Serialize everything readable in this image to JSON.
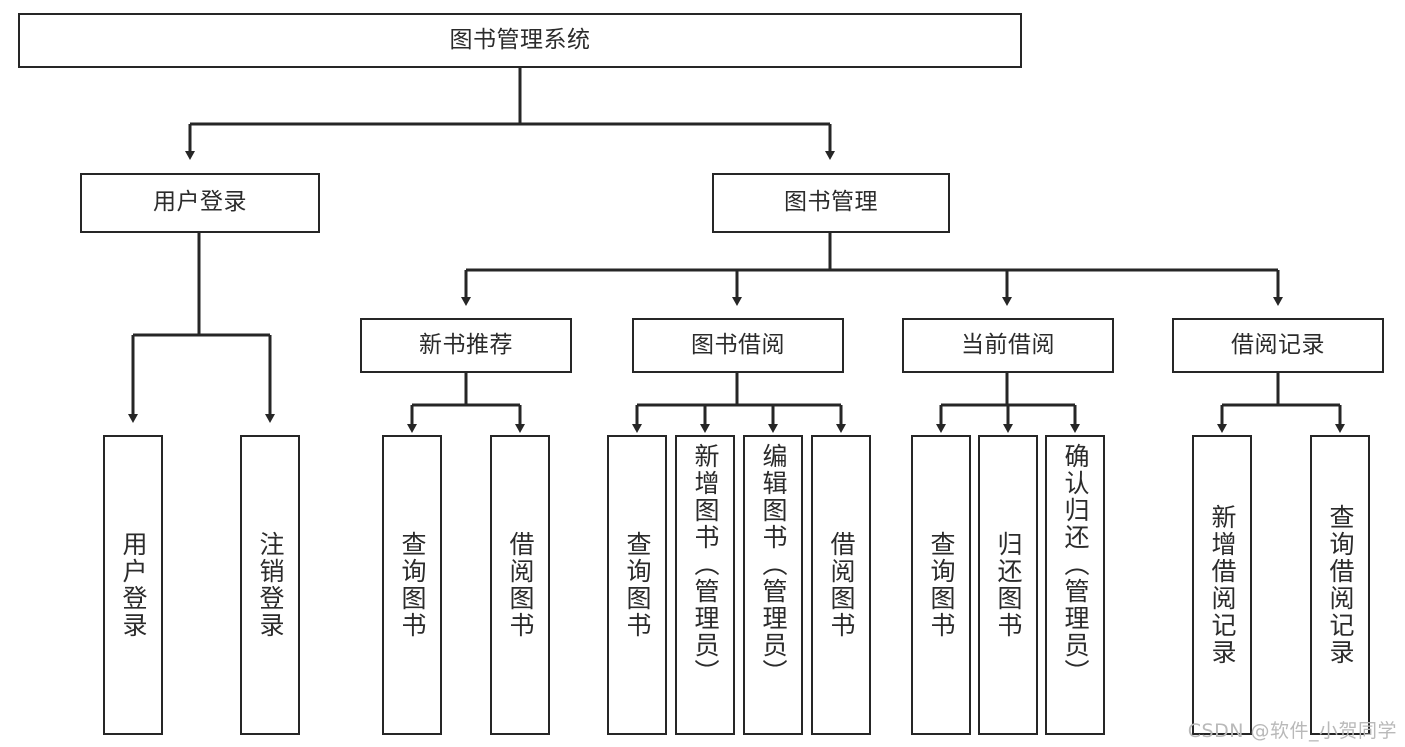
{
  "diagram": {
    "title": "图书管理系统",
    "watermark": "CSDN @软件_小贺同学",
    "colors": {
      "stroke": "#262626",
      "text": "#2b2b2b",
      "background": "#ffffff",
      "watermark": "#b9b9b9"
    },
    "root": {
      "label": "图书管理系统"
    },
    "level2": [
      {
        "label": "用户登录"
      },
      {
        "label": "图书管理"
      }
    ],
    "level3": [
      {
        "label": "新书推荐"
      },
      {
        "label": "图书借阅"
      },
      {
        "label": "当前借阅"
      },
      {
        "label": "借阅记录"
      }
    ],
    "leaves": {
      "user_login": [
        {
          "label": "用户登录"
        },
        {
          "label": "注销登录"
        }
      ],
      "new_book": [
        {
          "label": "查询图书"
        },
        {
          "label": "借阅图书"
        }
      ],
      "book_borrow": [
        {
          "label": "查询图书"
        },
        {
          "label": "新增图书（管理员）"
        },
        {
          "label": "编辑图书（管理员）"
        },
        {
          "label": "借阅图书"
        }
      ],
      "current_borrow": [
        {
          "label": "查询图书"
        },
        {
          "label": "归还图书"
        },
        {
          "label": "确认归还（管理员）"
        }
      ],
      "borrow_record": [
        {
          "label": "新增借阅记录"
        },
        {
          "label": "查询借阅记录"
        }
      ]
    }
  }
}
